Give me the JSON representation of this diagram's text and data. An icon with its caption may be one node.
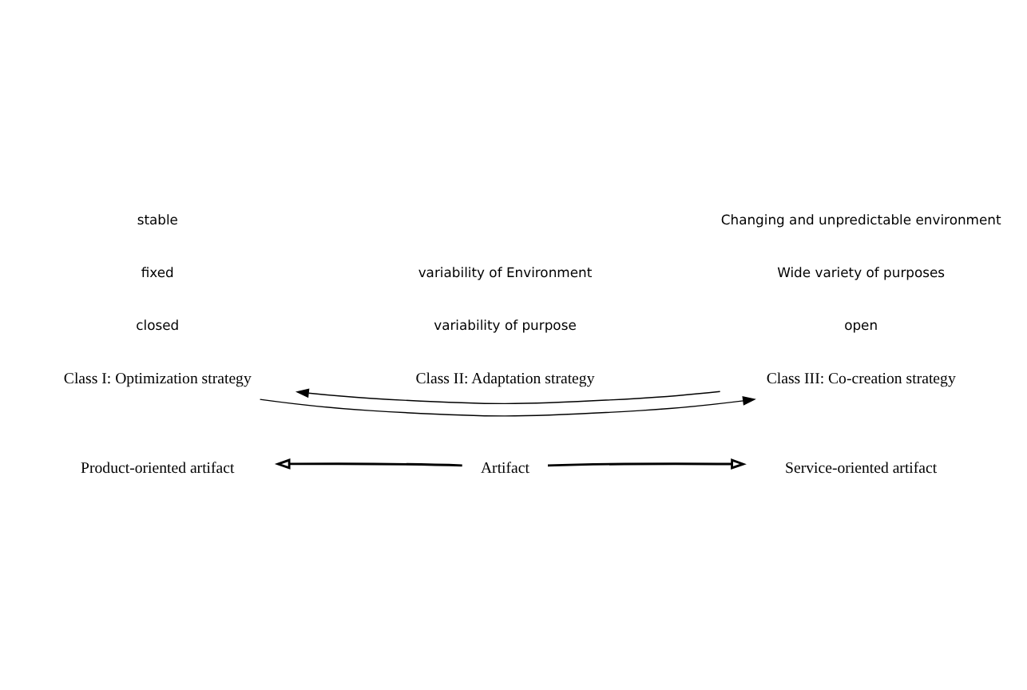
{
  "diagram": {
    "nodes": [
      {
        "text": [
          "Product-oriented artifact"
        ]
      },
      {
        "text": [
          "Artifact"
        ]
      },
      {
        "text": [
          "Service-oriented artifact"
        ]
      },
      {
        "text": [
          "Class I: Optimization strategy"
        ]
      },
      {
        "text": [
          "Class II: Adaptation strategy"
        ]
      },
      {
        "text": [
          "Class III: Co-creation strategy"
        ]
      }
    ],
    "edges": [
      {
        "from": 1,
        "to": 0,
        "arrow": "to"
      },
      {
        "from": 1,
        "to": 2,
        "arrow": "to"
      },
      {
        "from": 3,
        "to": 5,
        "arrow": "to"
      },
      {
        "from": 5,
        "to": 3,
        "arrow": "to"
      }
    ],
    "labels": [
      "open",
      "variability of purpose",
      "closed",
      "Wide variety of purposes",
      "fixed",
      "stable",
      "Changing and unpredictable environment",
      "variability of Environment"
    ]
  }
}
